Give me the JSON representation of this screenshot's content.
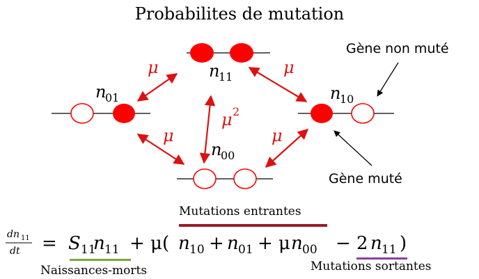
{
  "title": "Probabilites de mutation",
  "nodes": {
    "n11": {
      "name": "n",
      "sub": "11"
    },
    "n01": {
      "name": "n",
      "sub": "01"
    },
    "n10": {
      "name": "n",
      "sub": "10"
    },
    "n00": {
      "name": "n",
      "sub": "00"
    }
  },
  "rates": {
    "mu": "μ",
    "mu2_base": "μ",
    "mu2_exp": "2"
  },
  "annotations": {
    "non_mutated_gene": "Gène non muté",
    "mutated_gene": "Gène muté",
    "incoming_mutations": "Mutations entrantes",
    "outgoing_mutations": "Mutations sortantes",
    "births_deaths": "Naissances-morts"
  },
  "equation": {
    "lhs_num": "dn",
    "lhs_num_sub": "11",
    "lhs_den": "dt",
    "equals": "=",
    "s": "S",
    "s_sub": "11",
    "n1": "n",
    "n1_sub": "11",
    "plus_mu_open": "+ μ(",
    "n2": "n",
    "n2_sub": "10",
    "plus1": "+",
    "n3": "n",
    "n3_sub": "01",
    "plus2": "+ μ",
    "n4": "n",
    "n4_sub": "00",
    "minus_two": "− 2",
    "n5": "n",
    "n5_sub": "11",
    "close": ")"
  },
  "colors": {
    "mutated": "#ff0000",
    "arrow": "#dd1111",
    "incoming_bar": "#9b1b2a",
    "births_bar": "#7aa83a",
    "outgoing_bar": "#8b3fa0",
    "text": "#000000"
  }
}
